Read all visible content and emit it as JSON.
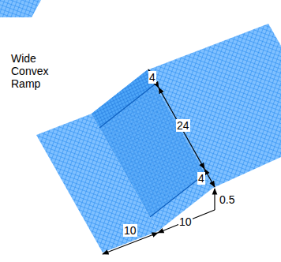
{
  "diagram": {
    "labels": [
      "Wide Convex Ramp",
      "4",
      "24",
      "4",
      "0.5",
      "10",
      "10"
    ]
  }
}
